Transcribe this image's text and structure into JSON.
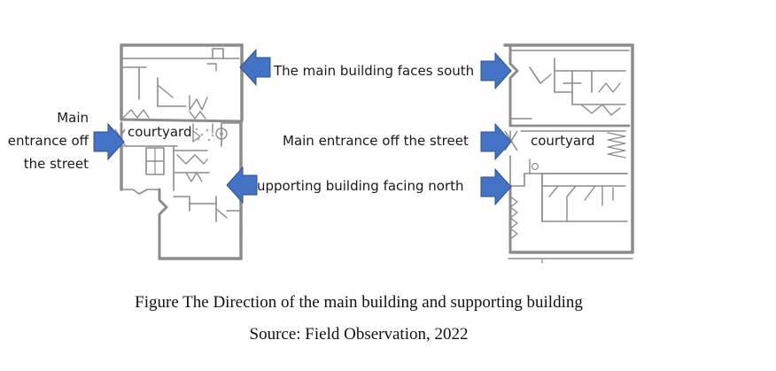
{
  "labels": {
    "main_faces_south": "The main building faces south",
    "main_entrance_left_line1": "Main",
    "main_entrance_left_line2": "entrance off",
    "main_entrance_left_line3": "the street",
    "courtyard_left": "courtyard",
    "main_entrance_right": "Main entrance off the street",
    "courtyard_right": "courtyard",
    "supporting_faces_north": "upporting building facing north"
  },
  "caption": {
    "figure": "Figure The Direction of the main building and supporting building",
    "source": "Source: Field Observation, 2022"
  },
  "colors": {
    "arrow_fill": "#4472c4",
    "arrow_stroke": "#2f528f",
    "wall": "#8c8c8c",
    "wall_dark": "#777777"
  },
  "icons": {
    "arrow": "right-arrow-icon",
    "tree": "courtyard-tree-icon"
  }
}
